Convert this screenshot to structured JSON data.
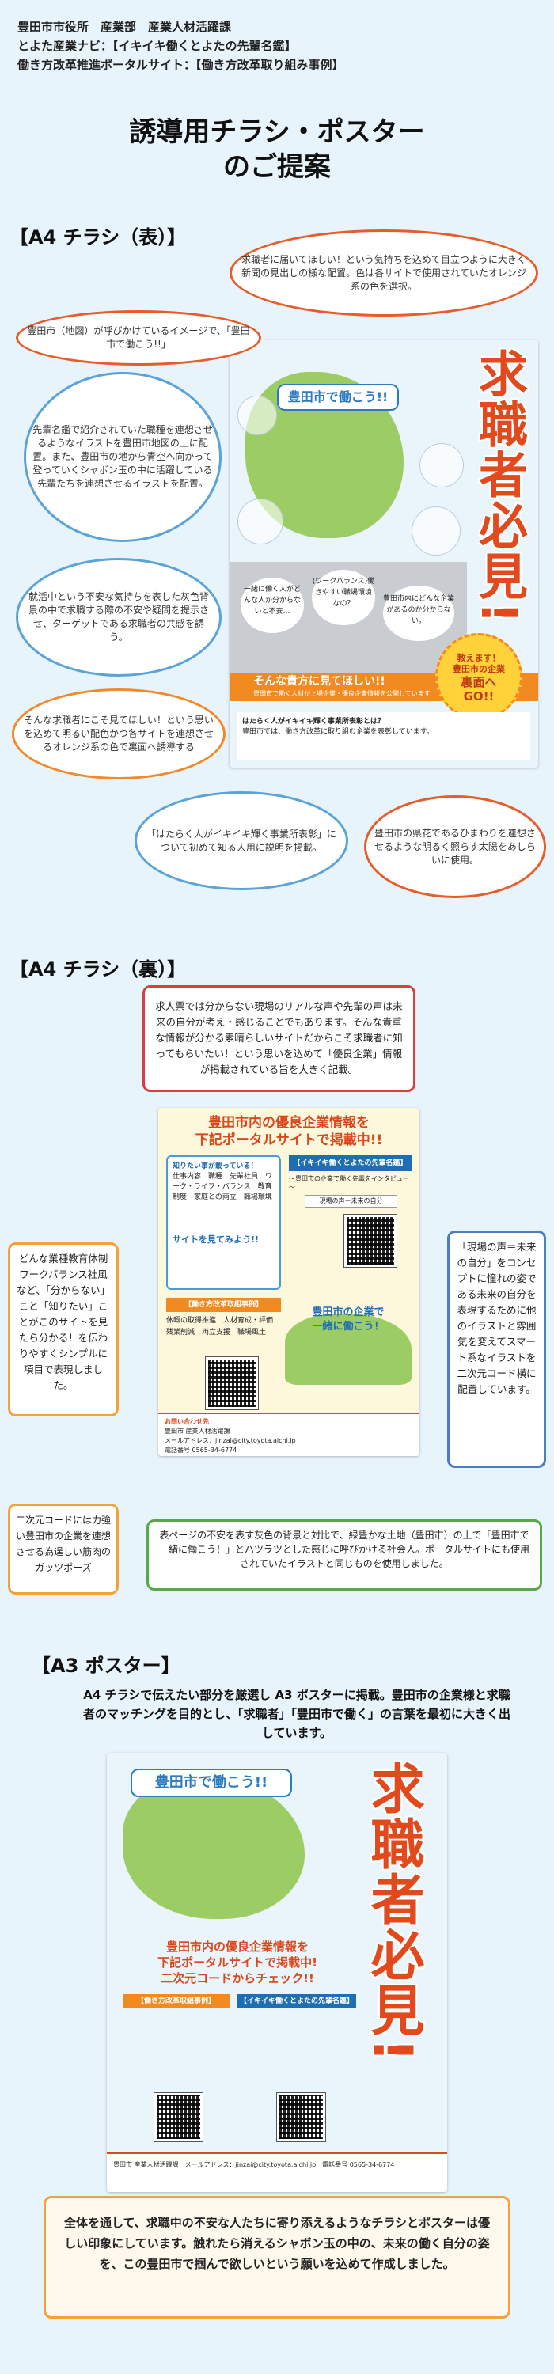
{
  "header": {
    "line1": "豊田市市役所　産業部　産業人材活躍課",
    "line2": "とよた産業ナビ：【イキイキ働くとよたの先輩名鑑】",
    "line3": "働き方改革推進ポータルサイト：【働き方改革取り組み事例】"
  },
  "title": {
    "line1": "誘導用チラシ・ポスター",
    "line2": "のご提案"
  },
  "front": {
    "heading": "【A4 チラシ（表）】",
    "notes": {
      "top_right": "求職者に届いてほしい！という気持ちを込めて目立つように大きく新聞の見出しの様な配置。色は各サイトで使用されていたオレンジ系の色を選択。",
      "map": "豊田市（地図）が呼びかけているイメージで、「豊田市で働こう!!」",
      "illustration": "先輩名鑑で紹介されていた職種を連想させるようなイラストを豊田市地図の上に配置。また、豊田市の地から青空へ向かって登っていくシャボン玉の中に活躍している先輩たちを連想させるイラストを配置。",
      "gray": "就活中という不安な気持ちを表した灰色背景の中で求職する際の不安や疑問を提示させ、ターゲットである求職者の共感を誘う。",
      "orange": "そんな求職者にこそ見てほしい！という思いを込めて明るい配色かつ各サイトを連想させるオレンジ系の色で裏面へ誘導する",
      "bottom_left": "「はたらく人がイキイキ輝く事業所表彰」について初めて知る人用に説明を掲載。",
      "bottom_right": "豊田市の県花であるひまわりを連想させるような明るく照らす太陽をあしらいに使用。"
    },
    "flyer": {
      "catch": "豊田市で働こう!!",
      "vertical": "求職者必見!",
      "q1": "一緒に働く人がどんな人か分からないと不安…",
      "q2": "(ワークバランス)働きやすい職場環境なの？",
      "q3": "豊田市内にどんな企業があるのか分からない。",
      "band": "そんな貴方に見てほしい!!",
      "band_sub": "豊田市で働く人材が上場企業・優良企業情報を公開しています",
      "sun1": "教えます！",
      "sun2": "豊田市の企業",
      "sun3": "裏面へ",
      "sun4": "GO!!",
      "award_title": "はたらく人がイキイキ輝く事業所表彰とは？",
      "award_text": "豊田市では、働き方改革に取り組む企業を表彰しています。"
    }
  },
  "back": {
    "heading": "【A4 チラシ（裏）】",
    "notes": {
      "top": "求人票では分からない現場のリアルな声や先輩の声は未来の自分が考え・感じることでもあります。そんな貴重な情報が分かる素晴らしいサイトだからこそ求職者に知ってもらいたい！という思いを込めて「優良企業」情報が掲載されている旨を大きく記載。",
      "left": "どんな業種教育体制ワークバランス社風など、「分からない」こと「知りたい」ことがこのサイトを見たら分かる！を伝わりやすくシンプルに項目で表現しました。",
      "right": "「現場の声＝未来の自分」をコンセプトに憧れの姿である未来の自分を表現するために他のイラストと雰囲気を変えてスマート系なイラストを二次元コード横に配置しています。",
      "bottom_left": "二次元コードには力強い豊田市の企業を連想させる為逞しい筋肉のガッツポーズ",
      "bottom_right": "表ページの不安を表す灰色の背景と対比で、緑豊かな土地（豊田市）の上で「豊田市で一緒に働こう！」とハツラツとした感じに呼びかける社会人。ポータルサイトにも使用されていたイラストと同じものを使用しました。"
    },
    "flyer": {
      "head1": "豊田市内の優良企業情報を",
      "head2": "下記ポータルサイトで掲載中!!",
      "left_title": "知りたい事が載っている！",
      "left_items": "仕事内容　職種　先輩社員　ワーク・ライフ・バランス　教育制度　家庭との両立　職場環境",
      "left_cta": "サイトを見てみよう!!",
      "right_title": "【イキイキ働くとよたの先輩名鑑】",
      "right_text": "～豊田市の企業で働く先輩をインタビュー～",
      "voice": "現場の声＝未来の自分",
      "work_title": "【働き方改革取組事例】",
      "tags": "休暇の取得推進　人材育成・評価　残業削減　両立支援　職場風土",
      "call1": "豊田市の企業で",
      "call2": "一緒に働こう！",
      "contact_title": "お問い合わせ先",
      "contact_dept": "豊田市 産業人材活躍課",
      "contact_mail": "メールアドレス：jinzai@city.toyota.aichi.jp",
      "contact_tel": "電話番号 0565-34-6774"
    }
  },
  "poster": {
    "heading": "【A3 ポスター】",
    "intro": "A4 チラシで伝えたい部分を厳選し A3 ポスターに掲載。豊田市の企業様と求職者のマッチングを目的とし、「求職者」「豊田市で働く」の言葉を最初に大きく出しています。",
    "catch": "豊田市で働こう!!",
    "vertical": "求職者必見!",
    "mid1": "豊田市内の優良企業情報を",
    "mid2": "下記ポータルサイトで掲載中!",
    "mid3": "二次元コードからチェック!!",
    "work_title": "【働き方改革取組事例】",
    "right_title": "【イキイキ働くとよたの先輩名鑑】",
    "contact": "豊田市 産業人材活躍課　メールアドレス：jinzai@city.toyota.aichi.jp　電話番号 0565-34-6774",
    "closing": "全体を通して、求職中の不安な人たちに寄り添えるようなチラシとポスターは優しい印象にしています。触れたら消えるシャボン玉の中の、未来の働く自分の姿を、この豊田市で掴んで欲しいという願いを込めて作成しました。"
  },
  "colors": {
    "accent_orange": "#e85b2a",
    "sky_blue": "#5aa3d8",
    "flyer_orange": "#f28a22"
  }
}
